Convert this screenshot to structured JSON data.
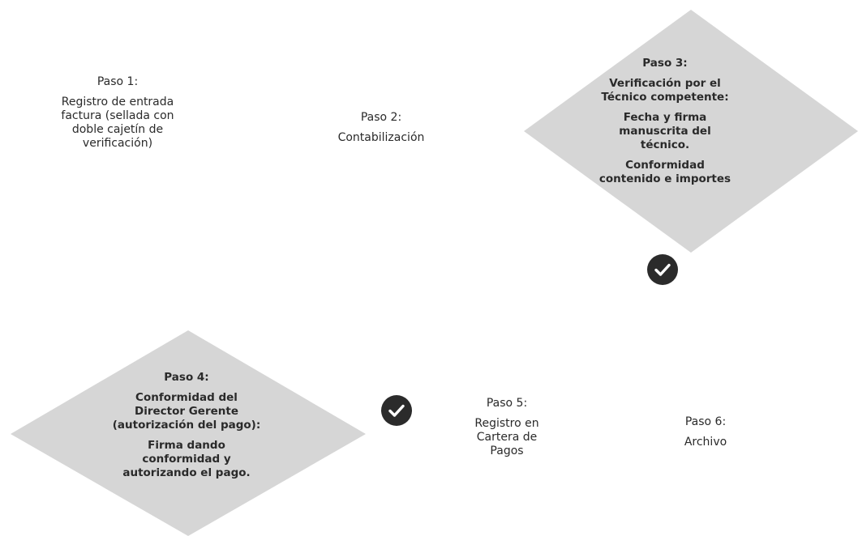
{
  "steps": {
    "step1": {
      "title": "Paso 1:",
      "lines": [
        "Registro de entrada",
        "factura (sellada con",
        "doble cajetín de",
        "verificación)"
      ]
    },
    "step2": {
      "title": "Paso 2:",
      "lines": [
        "Contabilización"
      ]
    },
    "step3": {
      "title": "Paso 3:",
      "para1": [
        "Verificación por el",
        "Técnico competente:"
      ],
      "para2": [
        "Fecha y firma",
        "manuscrita del",
        "técnico."
      ],
      "para3": [
        "Conformidad",
        "contenido e importes"
      ]
    },
    "step4": {
      "title": "Paso 4:",
      "para1": [
        "Conformidad del",
        "Director Gerente",
        "(autorización del pago):"
      ],
      "para2": [
        "Firma dando",
        "conformidad y",
        "autorizando el pago."
      ]
    },
    "step5": {
      "title": "Paso 5:",
      "lines": [
        "Registro en",
        "Cartera de",
        "Pagos"
      ]
    },
    "step6": {
      "title": "Paso 6:",
      "lines": [
        "Archivo"
      ]
    }
  },
  "colors": {
    "diamond_fill": "#d6d6d6",
    "check_fill": "#2b2b2b",
    "text": "#2a2a2a"
  },
  "icons": {
    "check": "check-circle-icon"
  }
}
